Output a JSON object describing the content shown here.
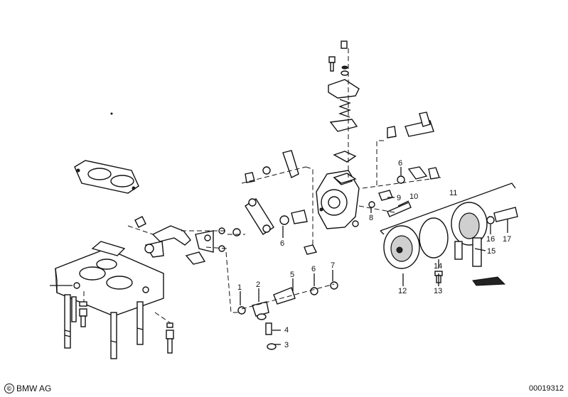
{
  "footer": {
    "copyright_symbol": "©",
    "brand": "BMW AG",
    "drawing_number": "00019312"
  },
  "callouts": [
    {
      "id": "1",
      "label": "1"
    },
    {
      "id": "2",
      "label": "2"
    },
    {
      "id": "3",
      "label": "3"
    },
    {
      "id": "4",
      "label": "4"
    },
    {
      "id": "5",
      "label": "5"
    },
    {
      "id": "6a",
      "label": "6"
    },
    {
      "id": "6b",
      "label": "6"
    },
    {
      "id": "6c",
      "label": "6"
    },
    {
      "id": "7",
      "label": "7"
    },
    {
      "id": "8",
      "label": "8"
    },
    {
      "id": "9",
      "label": "9"
    },
    {
      "id": "10",
      "label": "10"
    },
    {
      "id": "11",
      "label": "11"
    },
    {
      "id": "12",
      "label": "12"
    },
    {
      "id": "13",
      "label": "13"
    },
    {
      "id": "14",
      "label": "14"
    },
    {
      "id": "15",
      "label": "15"
    },
    {
      "id": "16",
      "label": "16"
    },
    {
      "id": "17",
      "label": "17"
    }
  ]
}
